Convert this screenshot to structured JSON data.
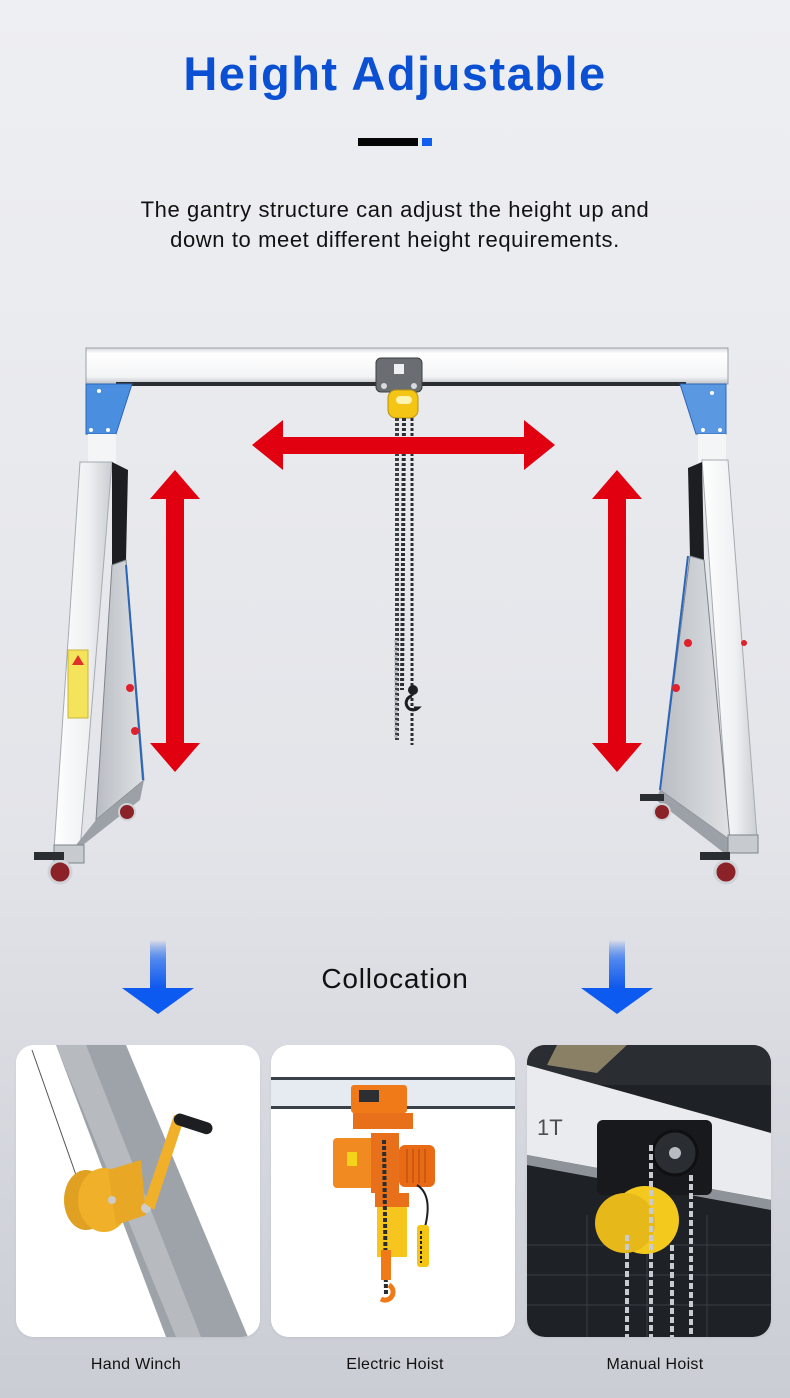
{
  "header": {
    "title": "Height Adjustable",
    "subtitle_lines": [
      "The gantry structure can adjust the height up and",
      "down to meet different height requirements."
    ]
  },
  "hero": {
    "image_description": "Aluminum gantry crane with blue corner brackets, trolley with yellow chain hoist, and caster wheels",
    "arrows": [
      "horizontal-double-arrow",
      "left-vertical-double-arrow",
      "right-vertical-double-arrow"
    ]
  },
  "collocation": {
    "heading": "Collocation",
    "items": [
      {
        "label": "Hand Winch",
        "image": "hand-winch-image"
      },
      {
        "label": "Electric Hoist",
        "image": "electric-hoist-image"
      },
      {
        "label": "Manual Hoist",
        "image": "manual-hoist-image",
        "beam_marking": "1T"
      }
    ]
  },
  "colors": {
    "title_blue": "#0b4fd2",
    "accent_blue": "#1060f0",
    "arrow_red": "#e0000f",
    "bracket_blue": "#4a8ee0",
    "hoist_yellow": "#f4c515",
    "electric_orange": "#f07a18"
  }
}
